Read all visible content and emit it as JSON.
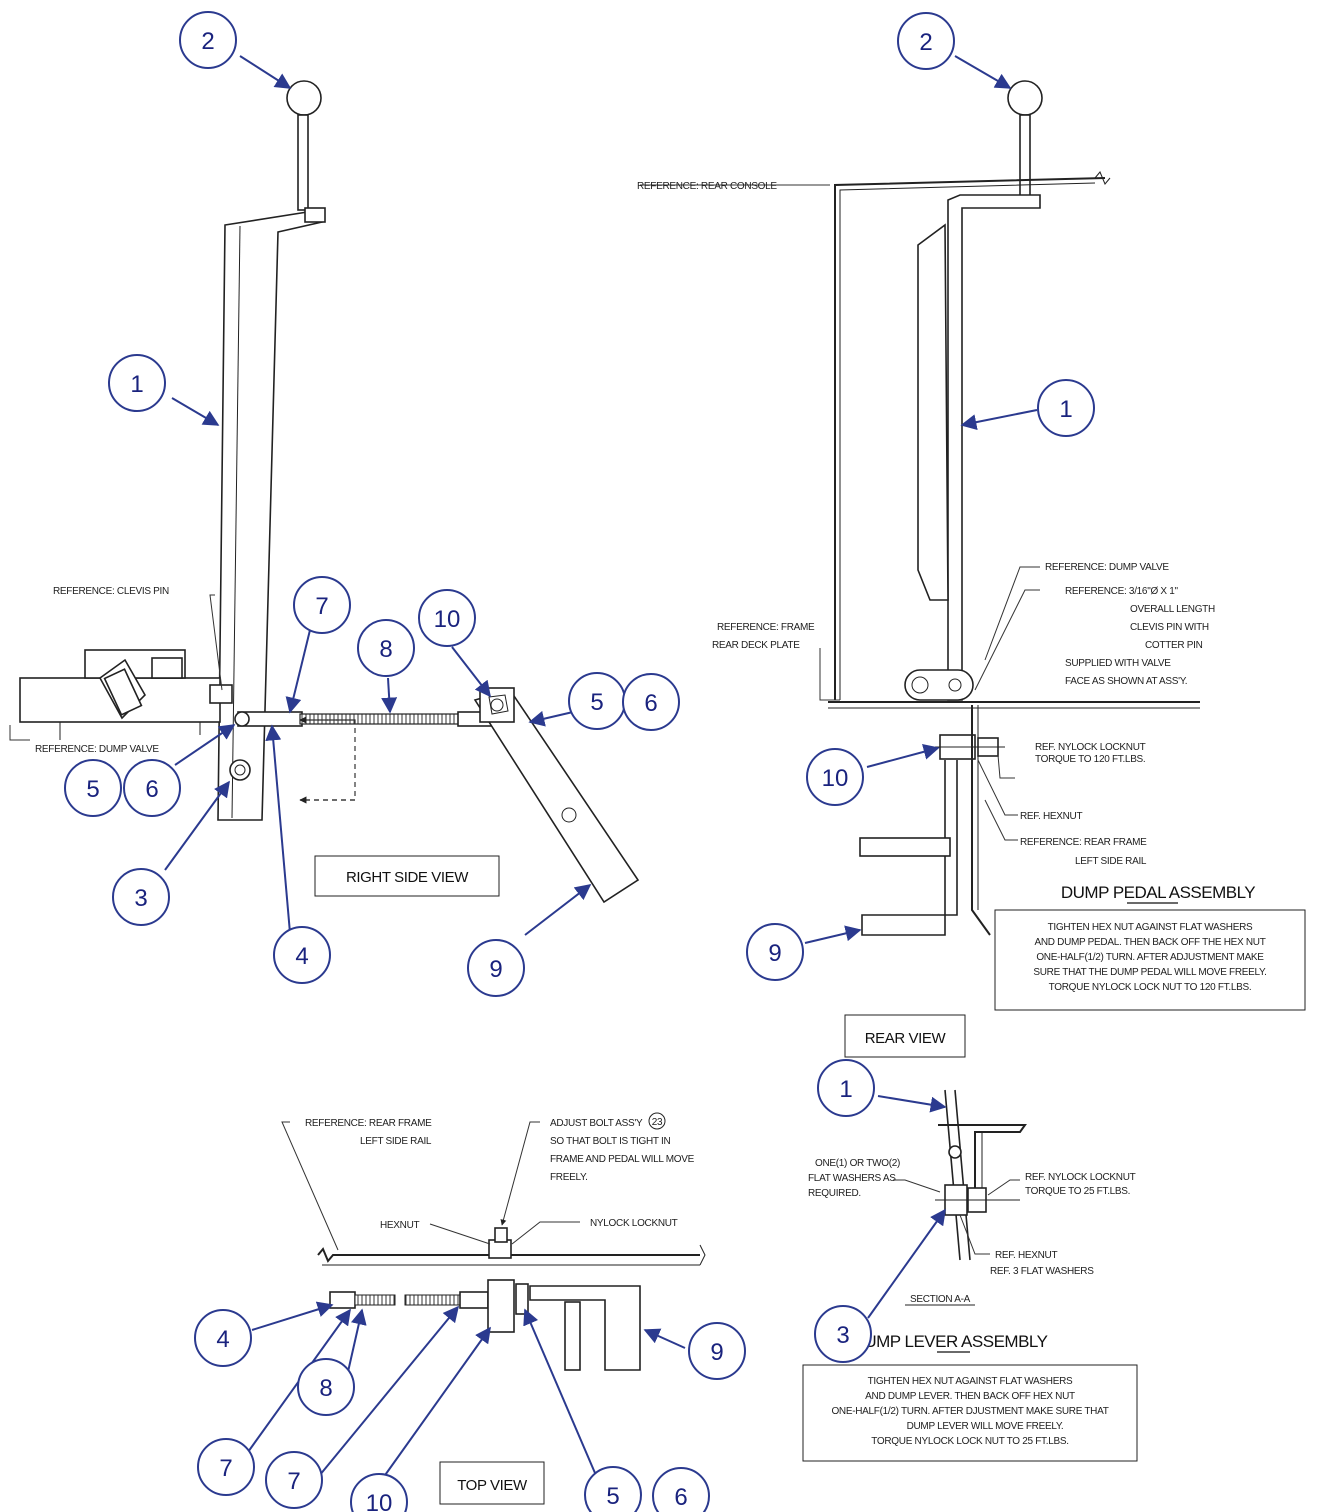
{
  "labels": {
    "rear_console": "REFERENCE: REAR CONSOLE",
    "clevis_pin": "REFERENCE: CLEVIS PIN",
    "dump_valve_left": "REFERENCE: DUMP VALVE",
    "right_side_view": "RIGHT SIDE VIEW",
    "frame_deck": [
      "REFERENCE: FRAME",
      "REAR DECK PLATE"
    ],
    "dump_valve_right": "REFERENCE: DUMP VALVE",
    "clevis_note": [
      "REFERENCE: 3/16\"Ø X 1\"",
      "OVERALL LENGTH",
      "CLEVIS PIN WITH",
      "COTTER PIN",
      "SUPPLIED WITH VALVE",
      "FACE AS SHOWN AT ASS'Y."
    ],
    "nylock_120": [
      "REF. NYLOCK LOCKNUT",
      "TORQUE TO 120 FT.LBS."
    ],
    "ref_hexnut": "REF. HEXNUT",
    "rear_frame_rail": [
      "REFERENCE: REAR FRAME",
      "LEFT SIDE RAIL"
    ],
    "pedal_assembly_title": "DUMP PEDAL ASSEMBLY",
    "pedal_note": [
      "TIGHTEN HEX NUT AGAINST FLAT WASHERS",
      "AND DUMP PEDAL. THEN BACK OFF THE HEX NUT",
      "ONE-HALF(1/2) TURN. AFTER ADJUSTMENT MAKE",
      "SURE THAT THE DUMP PEDAL WILL MOVE FREELY.",
      "TORQUE NYLOCK LOCK NUT TO 120 FT.LBS."
    ],
    "rear_view": "REAR VIEW",
    "top_rear_frame": [
      "REFERENCE: REAR FRAME",
      "LEFT SIDE RAIL"
    ],
    "adjust_bolt": [
      "ADJUST BOLT ASS'Y",
      "SO THAT BOLT IS TIGHT IN",
      "FRAME AND PEDAL WILL MOVE",
      "FREELY."
    ],
    "adjust_bolt_ref": "23",
    "hexnut": "HEXNUT",
    "nylock_locknut": "NYLOCK LOCKNUT",
    "top_view": "TOP VIEW",
    "flat_washers": [
      "ONE(1) OR TWO(2)",
      "FLAT WASHERS AS",
      "REQUIRED."
    ],
    "nylock_25": [
      "REF. NYLOCK LOCKNUT",
      "TORQUE TO 25 FT.LBS."
    ],
    "ref_hexnut_3": [
      "REF. HEXNUT",
      "REF. 3 FLAT WASHERS"
    ],
    "section": "SECTION A-A",
    "lever_assembly_title": "DUMP LEVER ASSEMBLY",
    "lever_note": [
      "TIGHTEN HEX NUT AGAINST FLAT WASHERS",
      "AND DUMP LEVER. THEN BACK OFF HEX NUT",
      "ONE-HALF(1/2) TURN. AFTER DJUSTMENT MAKE SURE THAT",
      "DUMP LEVER WILL MOVE FREELY.",
      "TORQUE NYLOCK LOCK NUT TO 25 FT.LBS."
    ]
  },
  "bubbles": [
    {
      "id": "b-2-left",
      "n": "2"
    },
    {
      "id": "b-1-left",
      "n": "1"
    },
    {
      "id": "b-7-side",
      "n": "7"
    },
    {
      "id": "b-8-side",
      "n": "8"
    },
    {
      "id": "b-10-side",
      "n": "10"
    },
    {
      "id": "b-5-side-r",
      "n": "5"
    },
    {
      "id": "b-6-side-r",
      "n": "6"
    },
    {
      "id": "b-5-side-l",
      "n": "5"
    },
    {
      "id": "b-6-side-l",
      "n": "6"
    },
    {
      "id": "b-3-side",
      "n": "3"
    },
    {
      "id": "b-4-side",
      "n": "4"
    },
    {
      "id": "b-9-side",
      "n": "9"
    },
    {
      "id": "b-2-rear",
      "n": "2"
    },
    {
      "id": "b-1-rear",
      "n": "1"
    },
    {
      "id": "b-10-rear",
      "n": "10"
    },
    {
      "id": "b-9-rear",
      "n": "9"
    },
    {
      "id": "b-1-sec",
      "n": "1"
    },
    {
      "id": "b-3-sec",
      "n": "3"
    },
    {
      "id": "b-4-top",
      "n": "4"
    },
    {
      "id": "b-7-top-a",
      "n": "7"
    },
    {
      "id": "b-8-top",
      "n": "8"
    },
    {
      "id": "b-7-top-b",
      "n": "7"
    },
    {
      "id": "b-10-top",
      "n": "10"
    },
    {
      "id": "b-5-top",
      "n": "5"
    },
    {
      "id": "b-6-top",
      "n": "6"
    },
    {
      "id": "b-9-top",
      "n": "9"
    }
  ]
}
